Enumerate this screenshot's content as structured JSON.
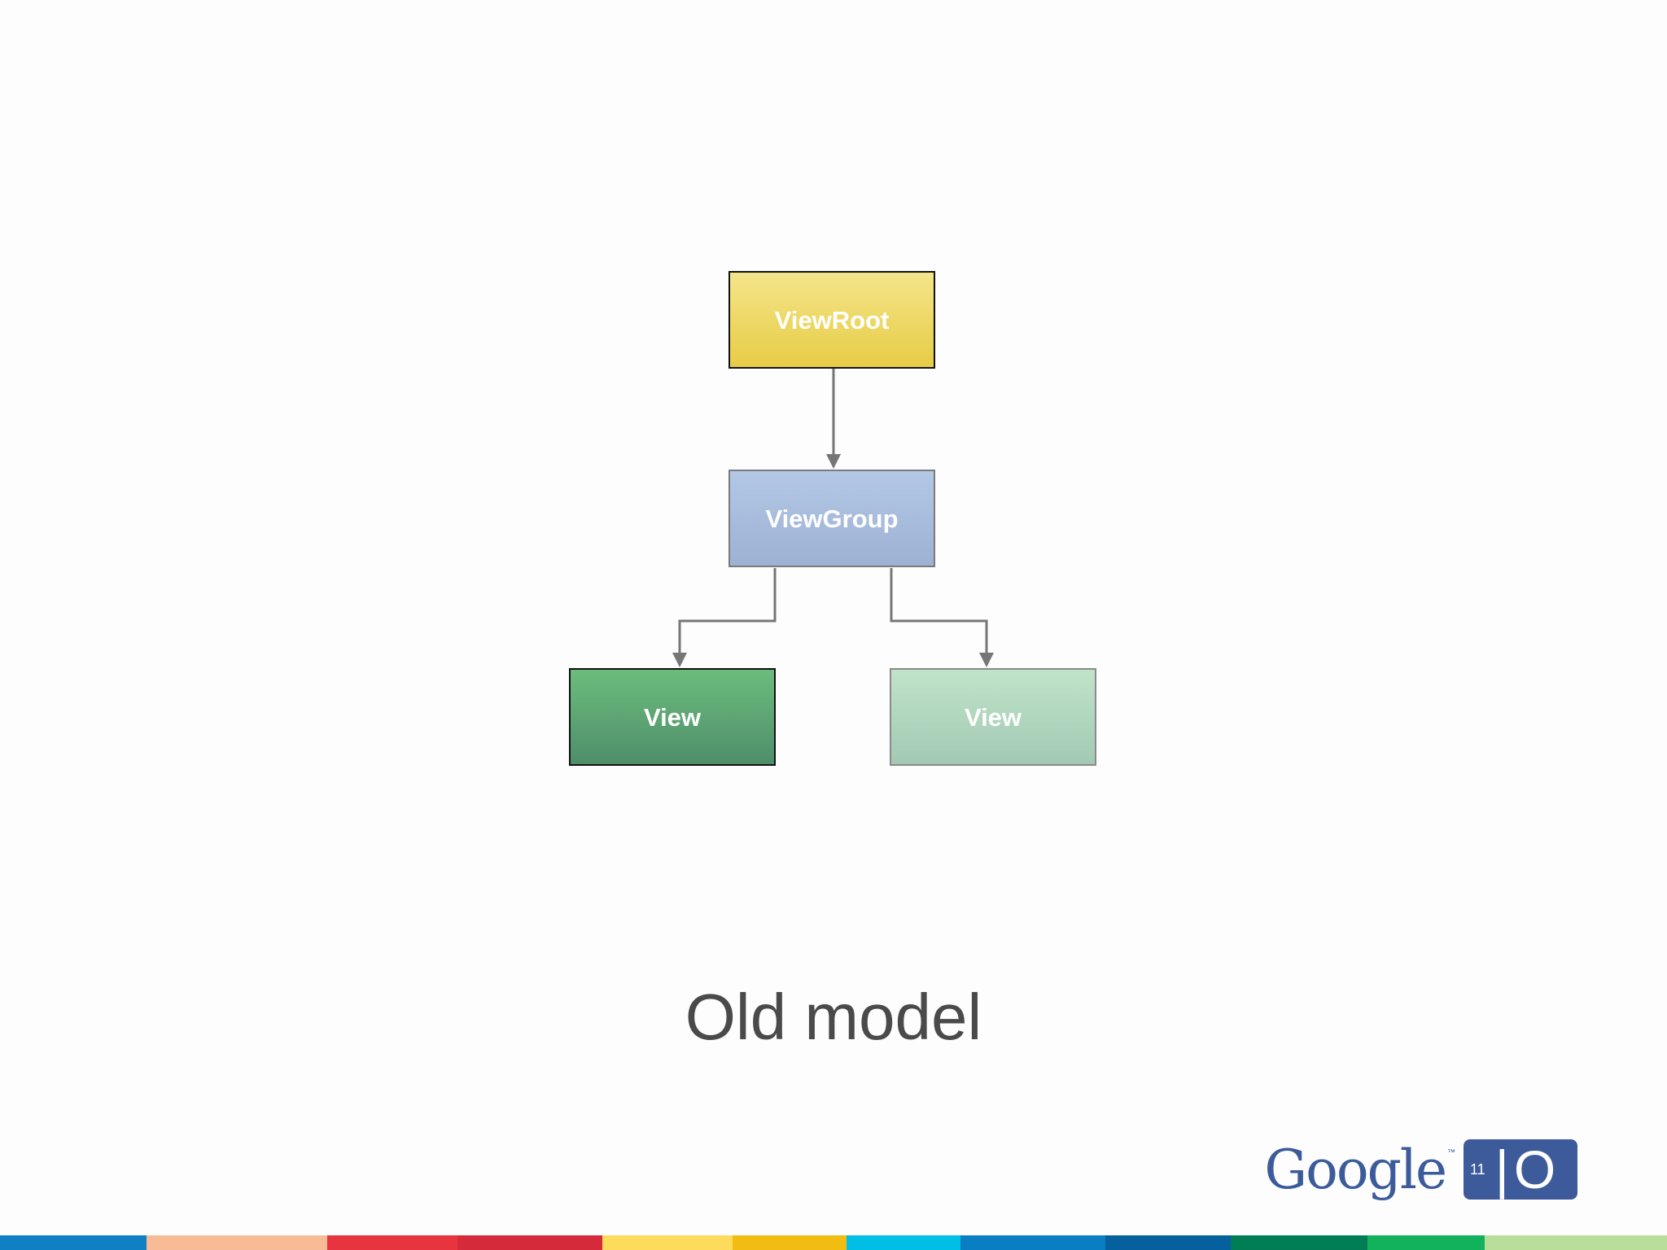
{
  "diagram": {
    "nodes": {
      "root": {
        "label": "ViewRoot"
      },
      "group": {
        "label": "ViewGroup"
      },
      "view_left": {
        "label": "View"
      },
      "view_right": {
        "label": "View"
      }
    },
    "edges": [
      {
        "from": "ViewRoot",
        "to": "ViewGroup"
      },
      {
        "from": "ViewGroup",
        "to": "View (left)"
      },
      {
        "from": "ViewGroup",
        "to": "View (right)"
      }
    ],
    "colors": {
      "root": "#ecd55e",
      "group": "#a7bbdd",
      "view_left": "#5ca370",
      "view_right": "#b0d8bd",
      "connector": "#767676"
    }
  },
  "slide": {
    "title": "Old model"
  },
  "logo": {
    "wordmark": "Google",
    "trademark": "™",
    "year": "11",
    "event": "I/O"
  },
  "footer_bar_colors": [
    "#1080c4",
    "#f7bb96",
    "#e8343f",
    "#d42a3a",
    "#fedb5b",
    "#f1bd13",
    "#00bfe6",
    "#0a7ec3",
    "#06609e",
    "#007d55",
    "#12b25d",
    "#b9de9a"
  ]
}
